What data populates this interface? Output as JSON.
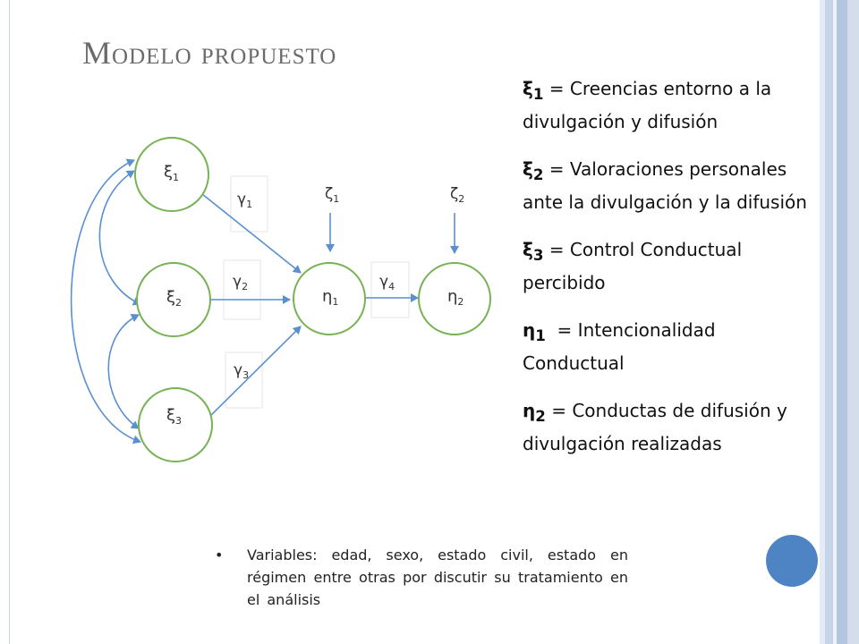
{
  "title": "Modelo propuesto",
  "nodes": {
    "xi1": {
      "sym": "ξ",
      "sub": "1"
    },
    "xi2": {
      "sym": "ξ",
      "sub": "2"
    },
    "xi3": {
      "sym": "ξ",
      "sub": "3"
    },
    "eta1": {
      "sym": "η",
      "sub": "1"
    },
    "eta2": {
      "sym": "η",
      "sub": "2"
    }
  },
  "paths": {
    "g1": {
      "sym": "γ",
      "sub": "1"
    },
    "g2": {
      "sym": "γ",
      "sub": "2"
    },
    "g3": {
      "sym": "γ",
      "sub": "3"
    },
    "g4": {
      "sym": "γ",
      "sub": "4"
    },
    "z1": {
      "sym": "ζ",
      "sub": "1"
    },
    "z2": {
      "sym": "ζ",
      "sub": "2"
    }
  },
  "legend": [
    {
      "sym": "ξ",
      "sub": "1",
      "text": " = Creencias entorno a la divulgación y difusión"
    },
    {
      "sym": "ξ",
      "sub": "2",
      "text": " = Valoraciones personales ante la divulgación y la difusión"
    },
    {
      "sym": "ξ",
      "sub": "3",
      "text": " = Control Conductual percibido"
    },
    {
      "sym": "η",
      "sub": "1",
      "text": "  = Intencionalidad Conductual"
    },
    {
      "sym": "η",
      "sub": "2",
      "text": " = Conductas de difusión y divulgación realizadas"
    }
  ],
  "bullet": {
    "marker": "•",
    "text": "Variables: edad, sexo, estado civil, estado en régimen entre otras por discutir su tratamiento en el análisis"
  },
  "colors": {
    "node_stroke": "#77b255",
    "arrow": "#5a8fd0",
    "accent": "#4f84c4",
    "strip_light": "#d7e1ef",
    "strip_mid": "#aec2de"
  }
}
